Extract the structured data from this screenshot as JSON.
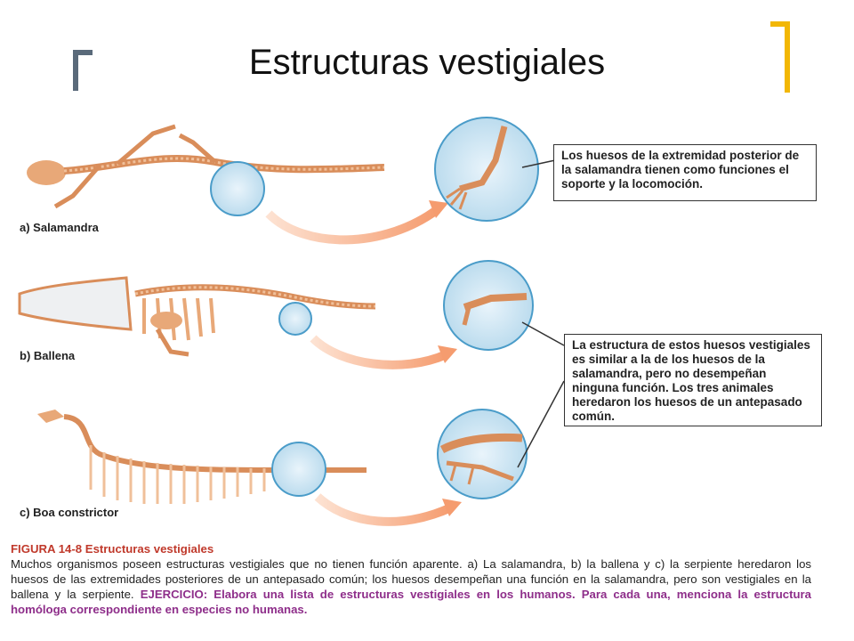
{
  "slide": {
    "title": "Estructuras vestigiales",
    "accent_left": "#5a6a7a",
    "accent_right": "#f2b705"
  },
  "figure": {
    "panels": [
      {
        "label": "a) Salamandra"
      },
      {
        "label": "b) Ballena"
      },
      {
        "label": "c) Boa constrictor"
      }
    ],
    "callouts": [
      "Los huesos de la extremidad posterior de la salamandra tienen como funciones el soporte y la locomoción.",
      "La estructura de estos huesos vestigiales es similar a la de los huesos de la salamandra, pero no desempeñan ninguna función. Los tres animales heredaron los huesos de un antepasado común."
    ],
    "bone_color": "#e8a878",
    "circle_color": "#cfe6f4",
    "arrow_color": "#f6b08e"
  },
  "caption": {
    "title": "FIGURA 14-8 Estructuras vestigiales",
    "body": "Muchos organismos poseen estructuras vestigiales que no tienen función aparente. a) La salamandra, b) la ballena y c) la serpiente heredaron los huesos de las extremidades posteriores de un antepasado común; los huesos desempeñan una función en la salamandra, pero son vestigiales en la ballena y la serpiente.",
    "exercise": "EJERCICIO: Elabora una lista de estructuras vestigiales en los humanos. Para cada una, menciona la estructura homóloga correspondiente en especies no humanas."
  }
}
